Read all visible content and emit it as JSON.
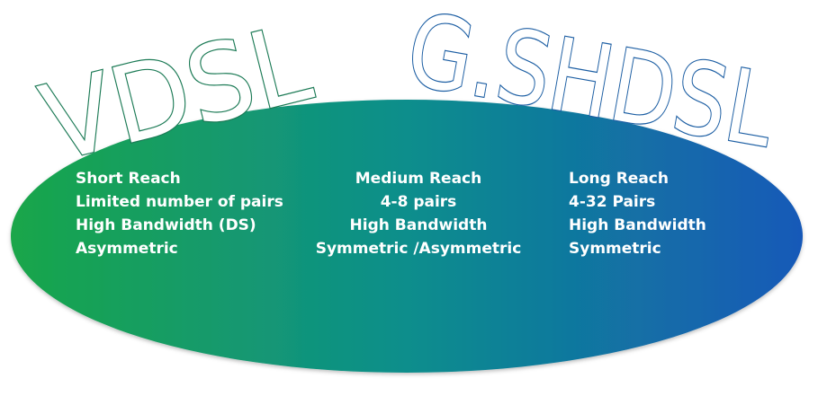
{
  "titles": {
    "left": "VDSL",
    "right": "G.SHDSL"
  },
  "columns": {
    "left": [
      "Short Reach",
      "Limited number of pairs",
      "High Bandwidth (DS)",
      "Asymmetric"
    ],
    "middle": [
      "Medium Reach",
      "4-8 pairs",
      "High Bandwidth",
      "Symmetric /Asymmetric"
    ],
    "right": [
      "Long Reach",
      "4-32 Pairs",
      "High Bandwidth",
      "Symmetric"
    ]
  },
  "colors": {
    "gradient_start": "#1aa64a",
    "gradient_mid": "#0e8e8c",
    "gradient_end": "#1559b8",
    "text": "#ffffff"
  }
}
